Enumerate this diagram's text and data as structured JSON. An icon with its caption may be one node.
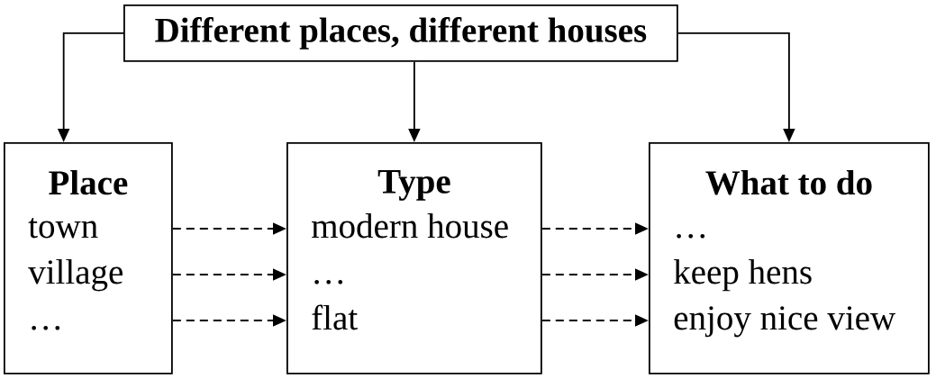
{
  "diagram": {
    "nodes": [
      {
        "text": [
          "Different places, different houses"
        ]
      },
      {
        "text": [
          "Place",
          "town",
          "village",
          "…"
        ]
      },
      {
        "text": [
          "Type",
          "modern house",
          "…",
          "flat"
        ]
      },
      {
        "text": [
          "What to do",
          "…",
          "keep hens",
          "enjoy nice view"
        ]
      }
    ],
    "edges": [
      {
        "from": 0,
        "to": 1,
        "arrow": "to"
      },
      {
        "from": 0,
        "to": 2,
        "arrow": "to"
      },
      {
        "from": 0,
        "to": 3,
        "arrow": "to"
      },
      {
        "from": 1,
        "to": 2,
        "arrow": "to",
        "style": "dashed"
      },
      {
        "from": 1,
        "to": 2,
        "arrow": "to",
        "style": "dashed"
      },
      {
        "from": 1,
        "to": 2,
        "arrow": "to",
        "style": "dashed"
      },
      {
        "from": 2,
        "to": 3,
        "arrow": "to",
        "style": "dashed"
      },
      {
        "from": 2,
        "to": 3,
        "arrow": "to",
        "style": "dashed"
      },
      {
        "from": 2,
        "to": 3,
        "arrow": "to",
        "style": "dashed"
      }
    ]
  }
}
